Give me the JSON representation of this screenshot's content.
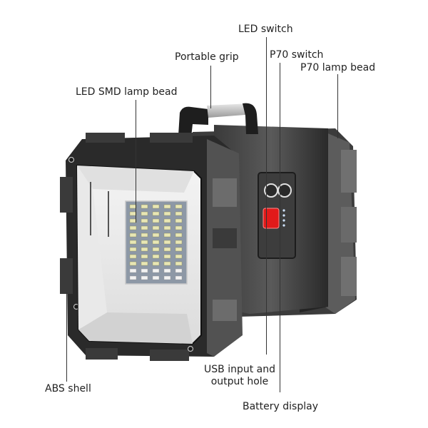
{
  "diagram": {
    "subject": "Dual-head rechargeable LED work light / searchlight",
    "colors": {
      "background": "#ffffff",
      "shell_dark": "#2b2b2b",
      "shell_mid": "#4a4a4a",
      "shell_light": "#6e6e6e",
      "lens_white": "#eeeeee",
      "led_panel": "#8d98a6",
      "led_chip": "#e8e6b4",
      "battery_display_red": "#e21a1a",
      "label_text": "#222222",
      "leader_line": "#333333"
    },
    "callouts": [
      {
        "id": "led-switch",
        "text": "LED switch"
      },
      {
        "id": "portable-grip",
        "text": "Portable grip"
      },
      {
        "id": "p70-switch",
        "text": "P70 switch"
      },
      {
        "id": "p70-lamp-bead",
        "text": "P70 lamp bead"
      },
      {
        "id": "led-smd-lamp-bead",
        "text": "LED SMD lamp bead"
      },
      {
        "id": "abs-shell",
        "text": "ABS shell"
      },
      {
        "id": "usb-port",
        "text_line1": "USB input and",
        "text_line2": "output hole"
      },
      {
        "id": "battery-display",
        "text": "Battery display"
      }
    ],
    "led_array": {
      "columns": 5,
      "rows": 11
    },
    "battery_indicator_dots": 4
  }
}
